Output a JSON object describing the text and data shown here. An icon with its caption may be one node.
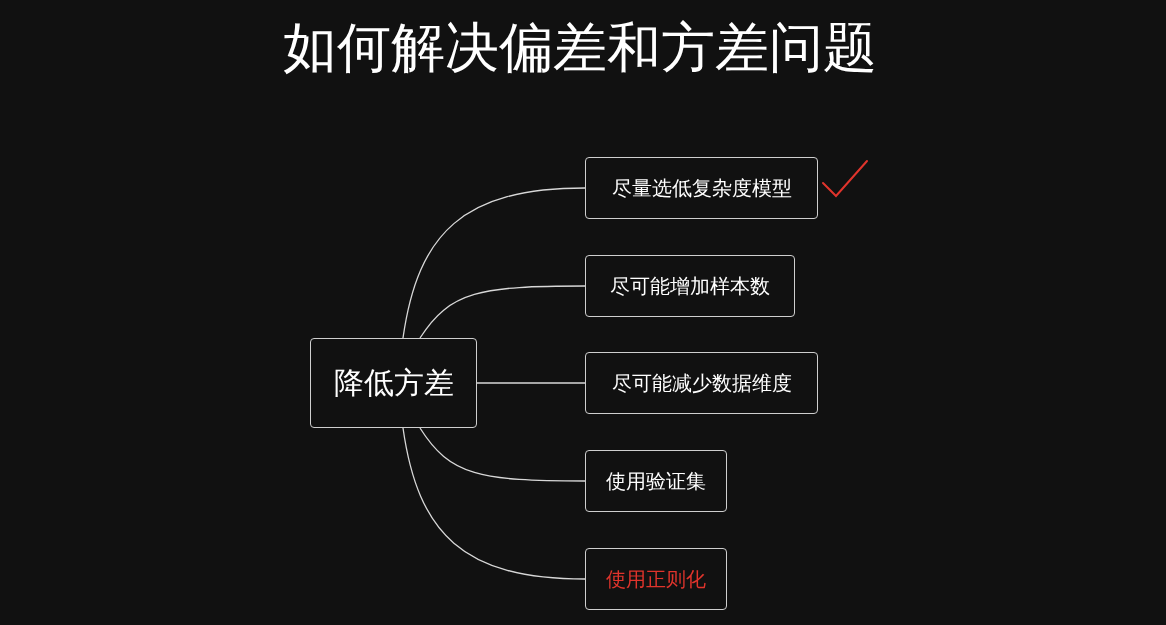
{
  "diagram": {
    "title": "如何解决偏差和方差问题",
    "nodes": [
      {
        "text": [
          "降低方差"
        ]
      },
      {
        "text": [
          "尽量选低复杂度模型"
        ]
      },
      {
        "text": [
          "尽可能增加样本数"
        ]
      },
      {
        "text": [
          "尽可能减少数据维度"
        ]
      },
      {
        "text": [
          "使用验证集"
        ]
      },
      {
        "text": [
          "使用正则化"
        ]
      }
    ],
    "edges": [
      {
        "from": 0,
        "to": 1,
        "arrow": "none"
      },
      {
        "from": 0,
        "to": 2,
        "arrow": "none"
      },
      {
        "from": 0,
        "to": 3,
        "arrow": "none"
      },
      {
        "from": 0,
        "to": 4,
        "arrow": "none"
      },
      {
        "from": 0,
        "to": 5,
        "arrow": "none"
      }
    ]
  }
}
